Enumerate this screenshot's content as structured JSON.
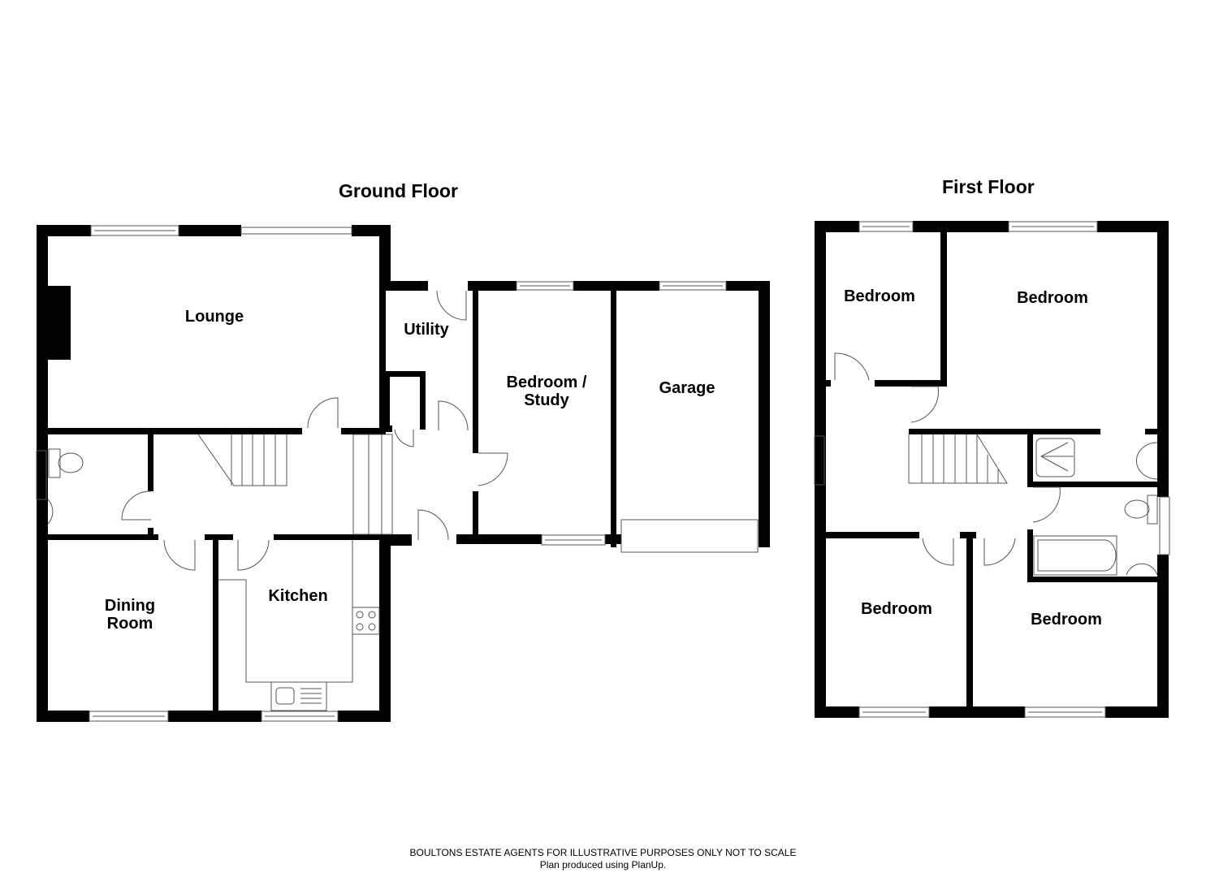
{
  "titles": {
    "ground_floor": "Ground Floor",
    "first_floor": "First Floor"
  },
  "ground_floor": {
    "rooms": [
      {
        "name": "Lounge"
      },
      {
        "name": "Utility"
      },
      {
        "name": "Bedroom /\nStudy"
      },
      {
        "name": "Garage"
      },
      {
        "name": "Dining\nRoom"
      },
      {
        "name": "Kitchen"
      }
    ]
  },
  "first_floor": {
    "rooms": [
      {
        "name": "Bedroom"
      },
      {
        "name": "Bedroom"
      },
      {
        "name": "Bedroom"
      },
      {
        "name": "Bedroom"
      }
    ]
  },
  "footer": {
    "disclaimer": "BOULTONS ESTATE AGENTS FOR ILLUSTRATIVE PURPOSES ONLY NOT TO SCALE",
    "credit": "Plan produced using PlanUp."
  },
  "colors": {
    "wall": "#000000",
    "fixture_line": "#555555",
    "background": "#ffffff"
  }
}
